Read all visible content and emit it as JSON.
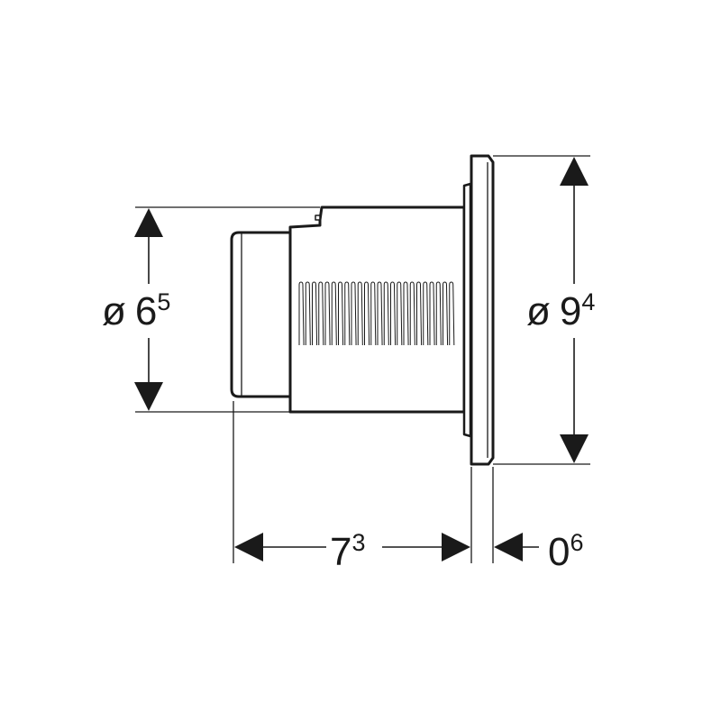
{
  "dimensions": {
    "inner_diameter": {
      "symbol": "ø",
      "value": "6",
      "sup": "5"
    },
    "outer_diameter": {
      "symbol": "ø",
      "value": "9",
      "sup": "4"
    },
    "body_length": {
      "value": "7",
      "sup": "3"
    },
    "flange_thickness": {
      "value": "0",
      "sup": "6"
    }
  },
  "colors": {
    "line": "#1a1a1a",
    "background": "#ffffff"
  }
}
